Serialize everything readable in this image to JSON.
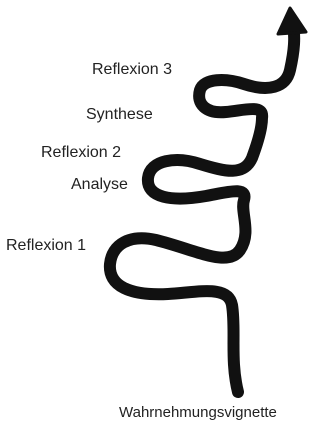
{
  "labels": {
    "reflexion_3": "Reflexion 3",
    "synthese": "Synthese",
    "reflexion_2": "Reflexion 2",
    "analyse": "Analyse",
    "reflexion_1": "Reflexion 1",
    "wahrnehmungsvignette": "Wahrnehmungsvignette"
  },
  "colors": {
    "stroke": "#111111",
    "text": "#222222",
    "background": "#ffffff"
  }
}
